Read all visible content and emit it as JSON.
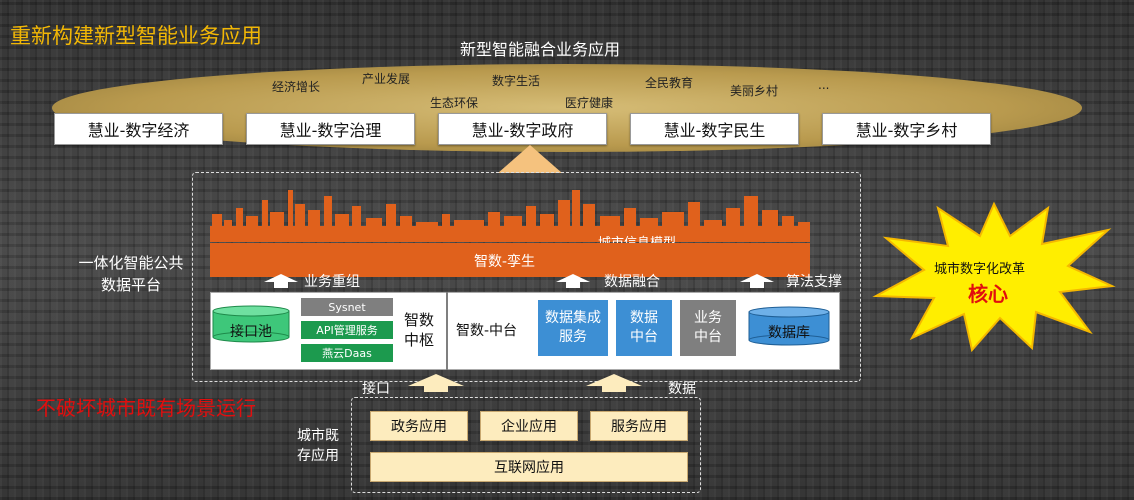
{
  "header": {
    "title": "重新构建新型智能业务应用",
    "apps_title": "新型智能融合业务应用"
  },
  "keywords": [
    "经济增长",
    "产业发展",
    "生态环保",
    "数字生活",
    "医疗健康",
    "全民教育",
    "美丽乡村",
    "..."
  ],
  "hui_boxes": [
    "慧业-数字经济",
    "慧业-数字治理",
    "慧业-数字政府",
    "慧业-数字民生",
    "慧业-数字乡村"
  ],
  "platform": {
    "label": "一体化智能公共数据平台",
    "model_label": "城市信息模型",
    "twin_label": "智数-孪生",
    "arrows": [
      "业务重组",
      "数据融合",
      "算法支撑"
    ]
  },
  "hub": {
    "pool": "接口池",
    "items": [
      "Sysnet",
      "API管理服务",
      "燕云Daas"
    ],
    "hub_label": "智数中枢",
    "zhongtai": "智数-中台",
    "services": [
      "数据集成服务",
      "数据中台",
      "业务中台"
    ],
    "database": "数据库"
  },
  "flow": {
    "interface": "接口",
    "data": "数据"
  },
  "notice": "不破坏城市既有场景运行",
  "existing": {
    "label": "城市既存应用",
    "apps": [
      "政务应用",
      "企业应用",
      "服务应用"
    ],
    "internet": "互联网应用"
  },
  "star": {
    "line1": "城市数字化改革",
    "line2": "核心"
  },
  "colors": {
    "title_gold": "#f2b705",
    "orange": "#e0611c",
    "green": "#1c9a4e",
    "blue": "#3d8fd4",
    "gray": "#7f7f7f",
    "red": "#e10e0e",
    "star_yellow": "#ffee00"
  }
}
